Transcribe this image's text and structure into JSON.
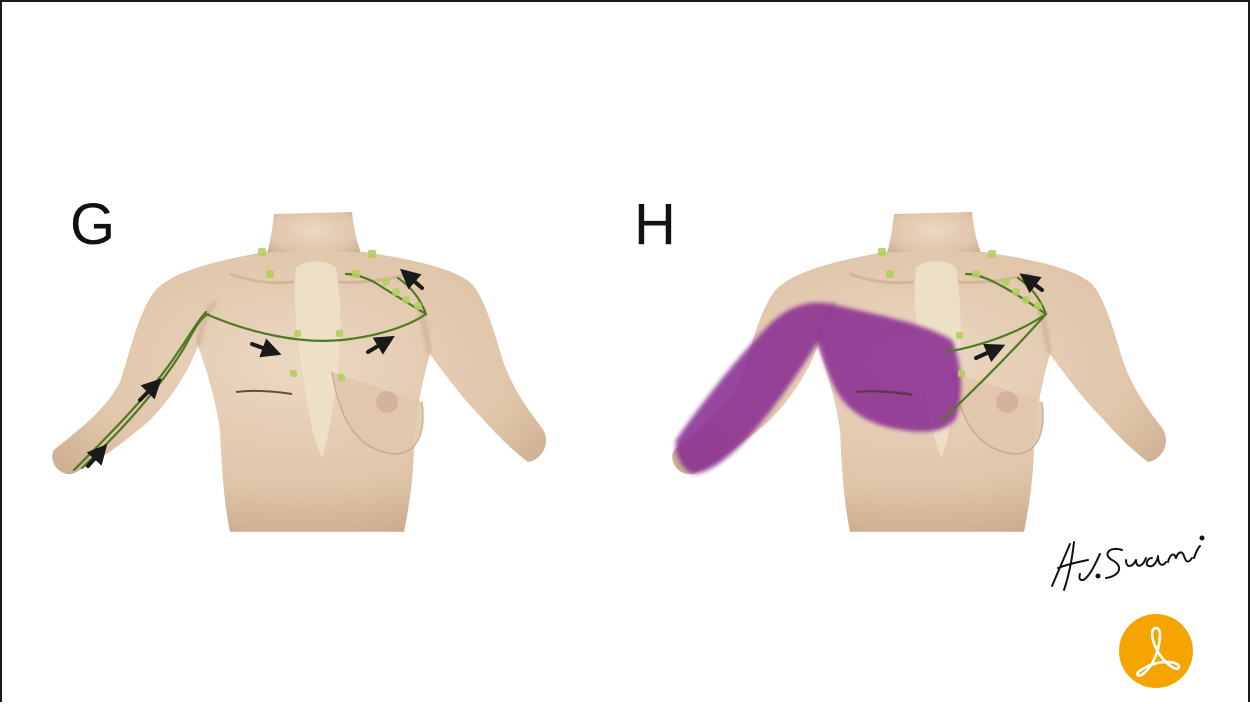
{
  "panels": [
    {
      "label": "G",
      "shows_lymphedema_shading": false
    },
    {
      "label": "H",
      "shows_lymphedema_shading": true
    }
  ],
  "signature": {
    "text": "H. Suami",
    "rendered_as": "handwritten-signature-image"
  },
  "badge": {
    "icon": "pdf-viewer-icon"
  },
  "colors": {
    "skin": "#e6cfb8",
    "skin_shade": "#c9a98c",
    "cartilage": "#ece0c6",
    "lymph_vessel": "#4f7a22",
    "lymph_node": "#b4cf62",
    "lymphedema": "#8a2e93",
    "arrow": "#1a1a1a",
    "badge": "#f5a400"
  }
}
